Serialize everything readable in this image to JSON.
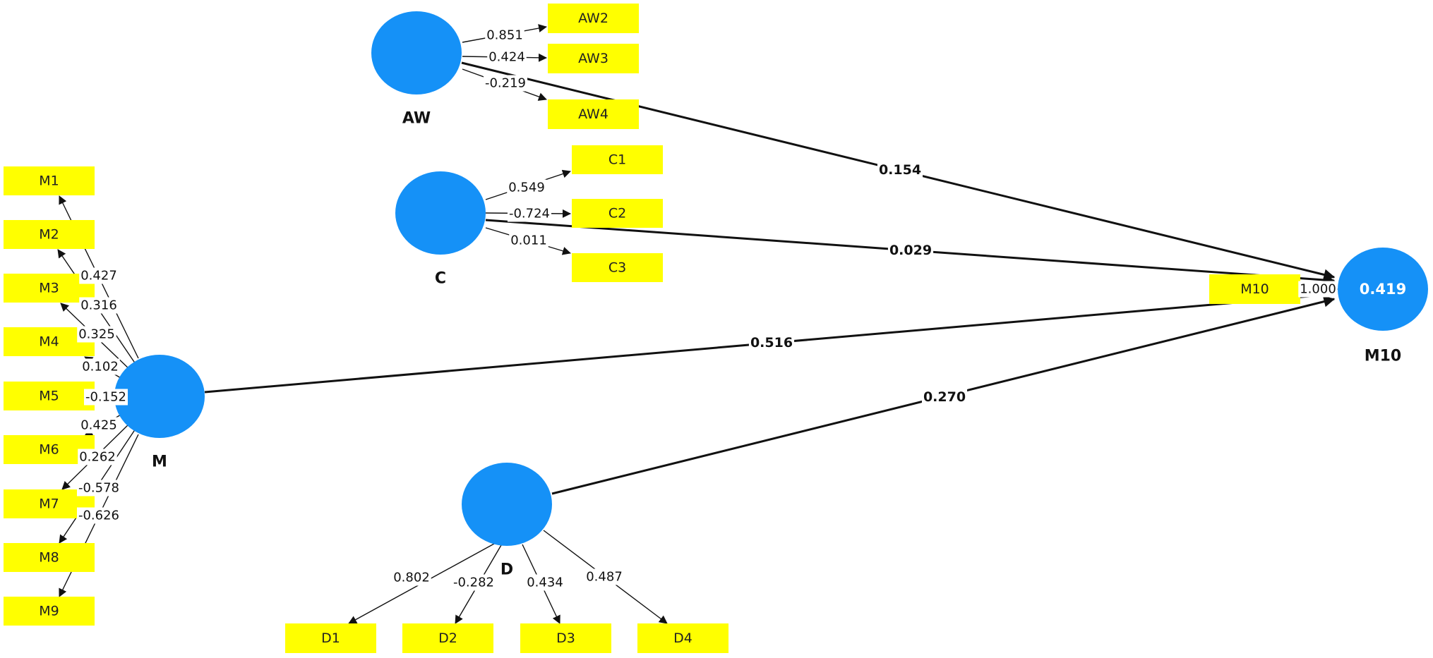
{
  "model": {
    "constructs": [
      {
        "id": "AW",
        "label": "AW",
        "r2": ""
      },
      {
        "id": "C",
        "label": "C",
        "r2": ""
      },
      {
        "id": "M",
        "label": "M",
        "r2": ""
      },
      {
        "id": "D",
        "label": "D",
        "r2": ""
      },
      {
        "id": "M10",
        "label": "M10",
        "r2": "0.419"
      }
    ],
    "indicators": [
      {
        "id": "AW2",
        "construct": "AW",
        "loading": "0.851"
      },
      {
        "id": "AW3",
        "construct": "AW",
        "loading": "0.424"
      },
      {
        "id": "AW4",
        "construct": "AW",
        "loading": "-0.219"
      },
      {
        "id": "C1",
        "construct": "C",
        "loading": "0.549"
      },
      {
        "id": "C2",
        "construct": "C",
        "loading": "-0.724"
      },
      {
        "id": "C3",
        "construct": "C",
        "loading": "0.011"
      },
      {
        "id": "M1",
        "construct": "M",
        "loading": "0.427"
      },
      {
        "id": "M2",
        "construct": "M",
        "loading": "0.316"
      },
      {
        "id": "M3",
        "construct": "M",
        "loading": "0.325"
      },
      {
        "id": "M4",
        "construct": "M",
        "loading": "0.102"
      },
      {
        "id": "M5",
        "construct": "M",
        "loading": "-0.152"
      },
      {
        "id": "M6",
        "construct": "M",
        "loading": "0.425"
      },
      {
        "id": "M7",
        "construct": "M",
        "loading": "0.262"
      },
      {
        "id": "M8",
        "construct": "M",
        "loading": "-0.578"
      },
      {
        "id": "M9",
        "construct": "M",
        "loading": "-0.626"
      },
      {
        "id": "D1",
        "construct": "D",
        "loading": "0.802"
      },
      {
        "id": "D2",
        "construct": "D",
        "loading": "-0.282"
      },
      {
        "id": "D3",
        "construct": "D",
        "loading": "0.434"
      },
      {
        "id": "D4",
        "construct": "D",
        "loading": "0.487"
      },
      {
        "id": "M10",
        "construct": "M10",
        "loading": "1.000"
      }
    ],
    "paths": [
      {
        "from": "AW",
        "to": "M10",
        "coefficient": "0.154"
      },
      {
        "from": "C",
        "to": "M10",
        "coefficient": "0.029"
      },
      {
        "from": "M",
        "to": "M10",
        "coefficient": "0.516"
      },
      {
        "from": "D",
        "to": "M10",
        "coefficient": "0.270"
      }
    ]
  },
  "colors": {
    "construct_fill": "#1591f7",
    "indicator_fill": "#ffff00",
    "edge": "#111111"
  }
}
